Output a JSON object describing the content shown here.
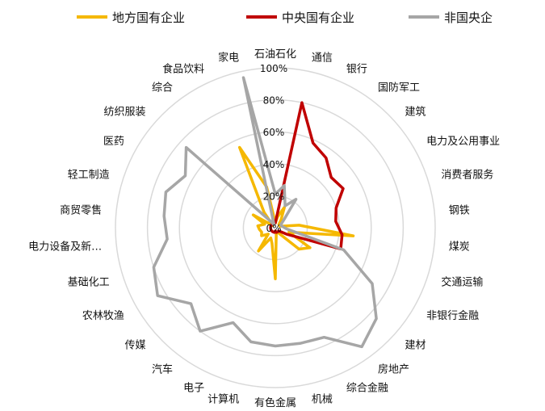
{
  "chart_data": {
    "type": "radar",
    "title": "",
    "r_ticks": [
      "0%",
      "20%",
      "40%",
      "60%",
      "80%",
      "100%"
    ],
    "rlim": [
      0,
      100
    ],
    "categories": [
      "石油石化",
      "通信",
      "银行",
      "国防军工",
      "建筑",
      "电力及公用事业",
      "消费者服务",
      "钢铁",
      "煤炭",
      "交通运输",
      "非银行金融",
      "建材",
      "房地产",
      "综合金融",
      "机械",
      "有色金属",
      "计算机",
      "电子",
      "汽车",
      "传媒",
      "农林牧渔",
      "基础化工",
      "电力设备及新…",
      "商贸零售",
      "轻工制造",
      "医药",
      "纺织服装",
      "综合",
      "食品饮料",
      "家电"
    ],
    "series": [
      {
        "name": "地方国有企业",
        "color": "#F5B800",
        "values": [
          3,
          7,
          14,
          6,
          3,
          3,
          3,
          15,
          49,
          9,
          25,
          20,
          5,
          3,
          3,
          32,
          10,
          7,
          18,
          6,
          10,
          9,
          10,
          11,
          7,
          16,
          2,
          12,
          55,
          26
        ]
      },
      {
        "name": "中央国有企业",
        "color": "#C00000",
        "values": [
          3,
          80,
          58,
          54,
          47,
          49,
          40,
          38,
          42,
          43,
          8,
          3,
          3,
          3,
          3,
          2,
          3,
          3,
          3,
          3,
          3,
          3,
          3,
          3,
          3,
          3,
          3,
          3,
          3,
          3
        ]
      },
      {
        "name": "非国央企",
        "color": "#A6A6A6",
        "values": [
          21,
          27,
          15,
          22,
          7,
          4,
          4,
          5,
          7,
          45,
          70,
          85,
          92,
          75,
          74,
          74,
          73,
          65,
          80,
          71,
          85,
          80,
          68,
          70,
          72,
          65,
          75,
          5,
          2,
          96
        ]
      }
    ],
    "legend_position": "top",
    "grid": true
  }
}
